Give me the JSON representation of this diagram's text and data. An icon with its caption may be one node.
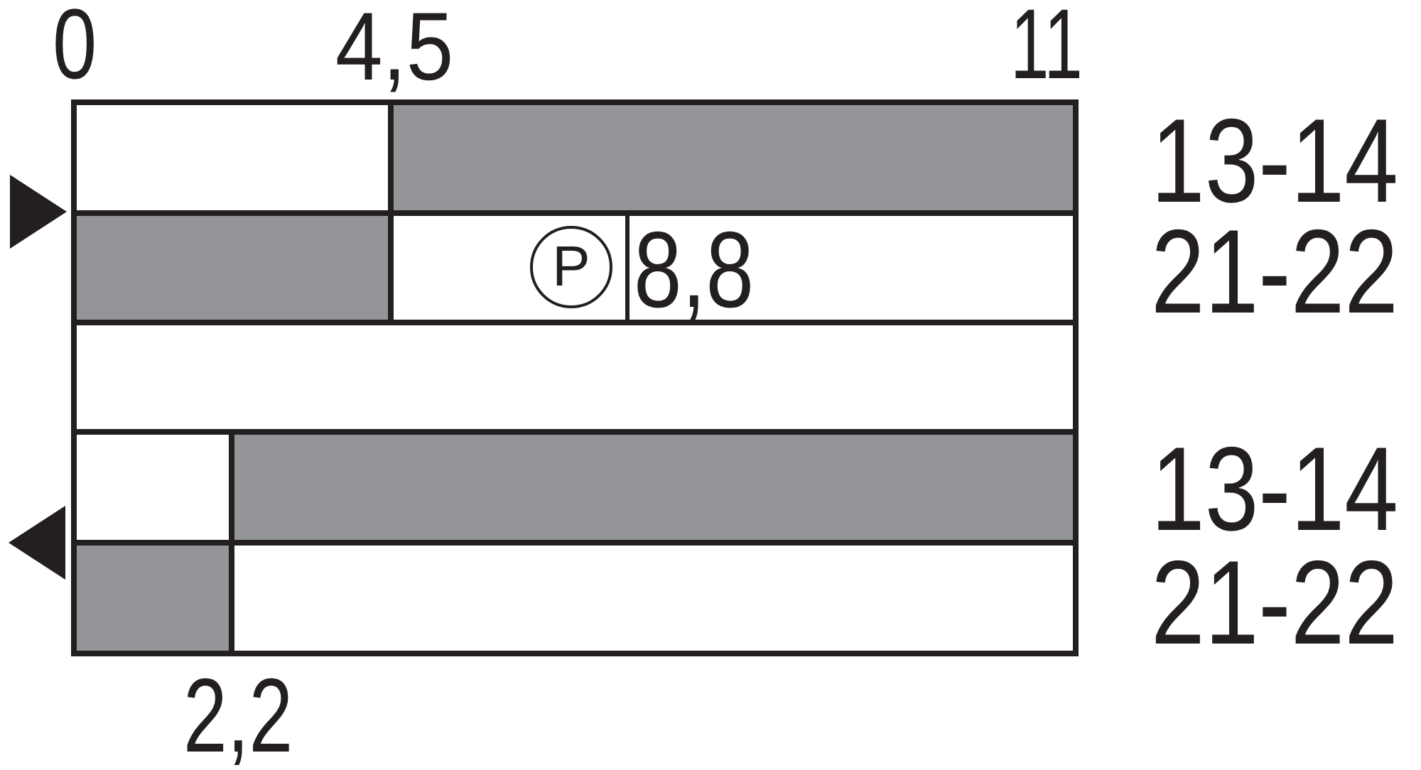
{
  "diagram": {
    "nodes": [
      {
        "text": [],
        "shape": "bar"
      },
      {
        "text": [],
        "shape": "bar"
      },
      {
        "text": [],
        "shape": "bar"
      },
      {
        "text": [],
        "shape": "bar"
      },
      {
        "text": [
          "P"
        ],
        "in": 3,
        "beside": [
          "8,8"
        ]
      },
      {
        "text": [],
        "shape": "bar"
      },
      {
        "text": [],
        "shape": "bar"
      },
      {
        "text": [],
        "shape": "bar"
      },
      {
        "text": [],
        "shape": "bar"
      },
      {
        "text": [],
        "shape": "bar"
      }
    ],
    "labels": [
      "0",
      "4,5",
      "11",
      "13-14",
      "21-22",
      "13-14",
      "21-22",
      "2,2"
    ]
  }
}
